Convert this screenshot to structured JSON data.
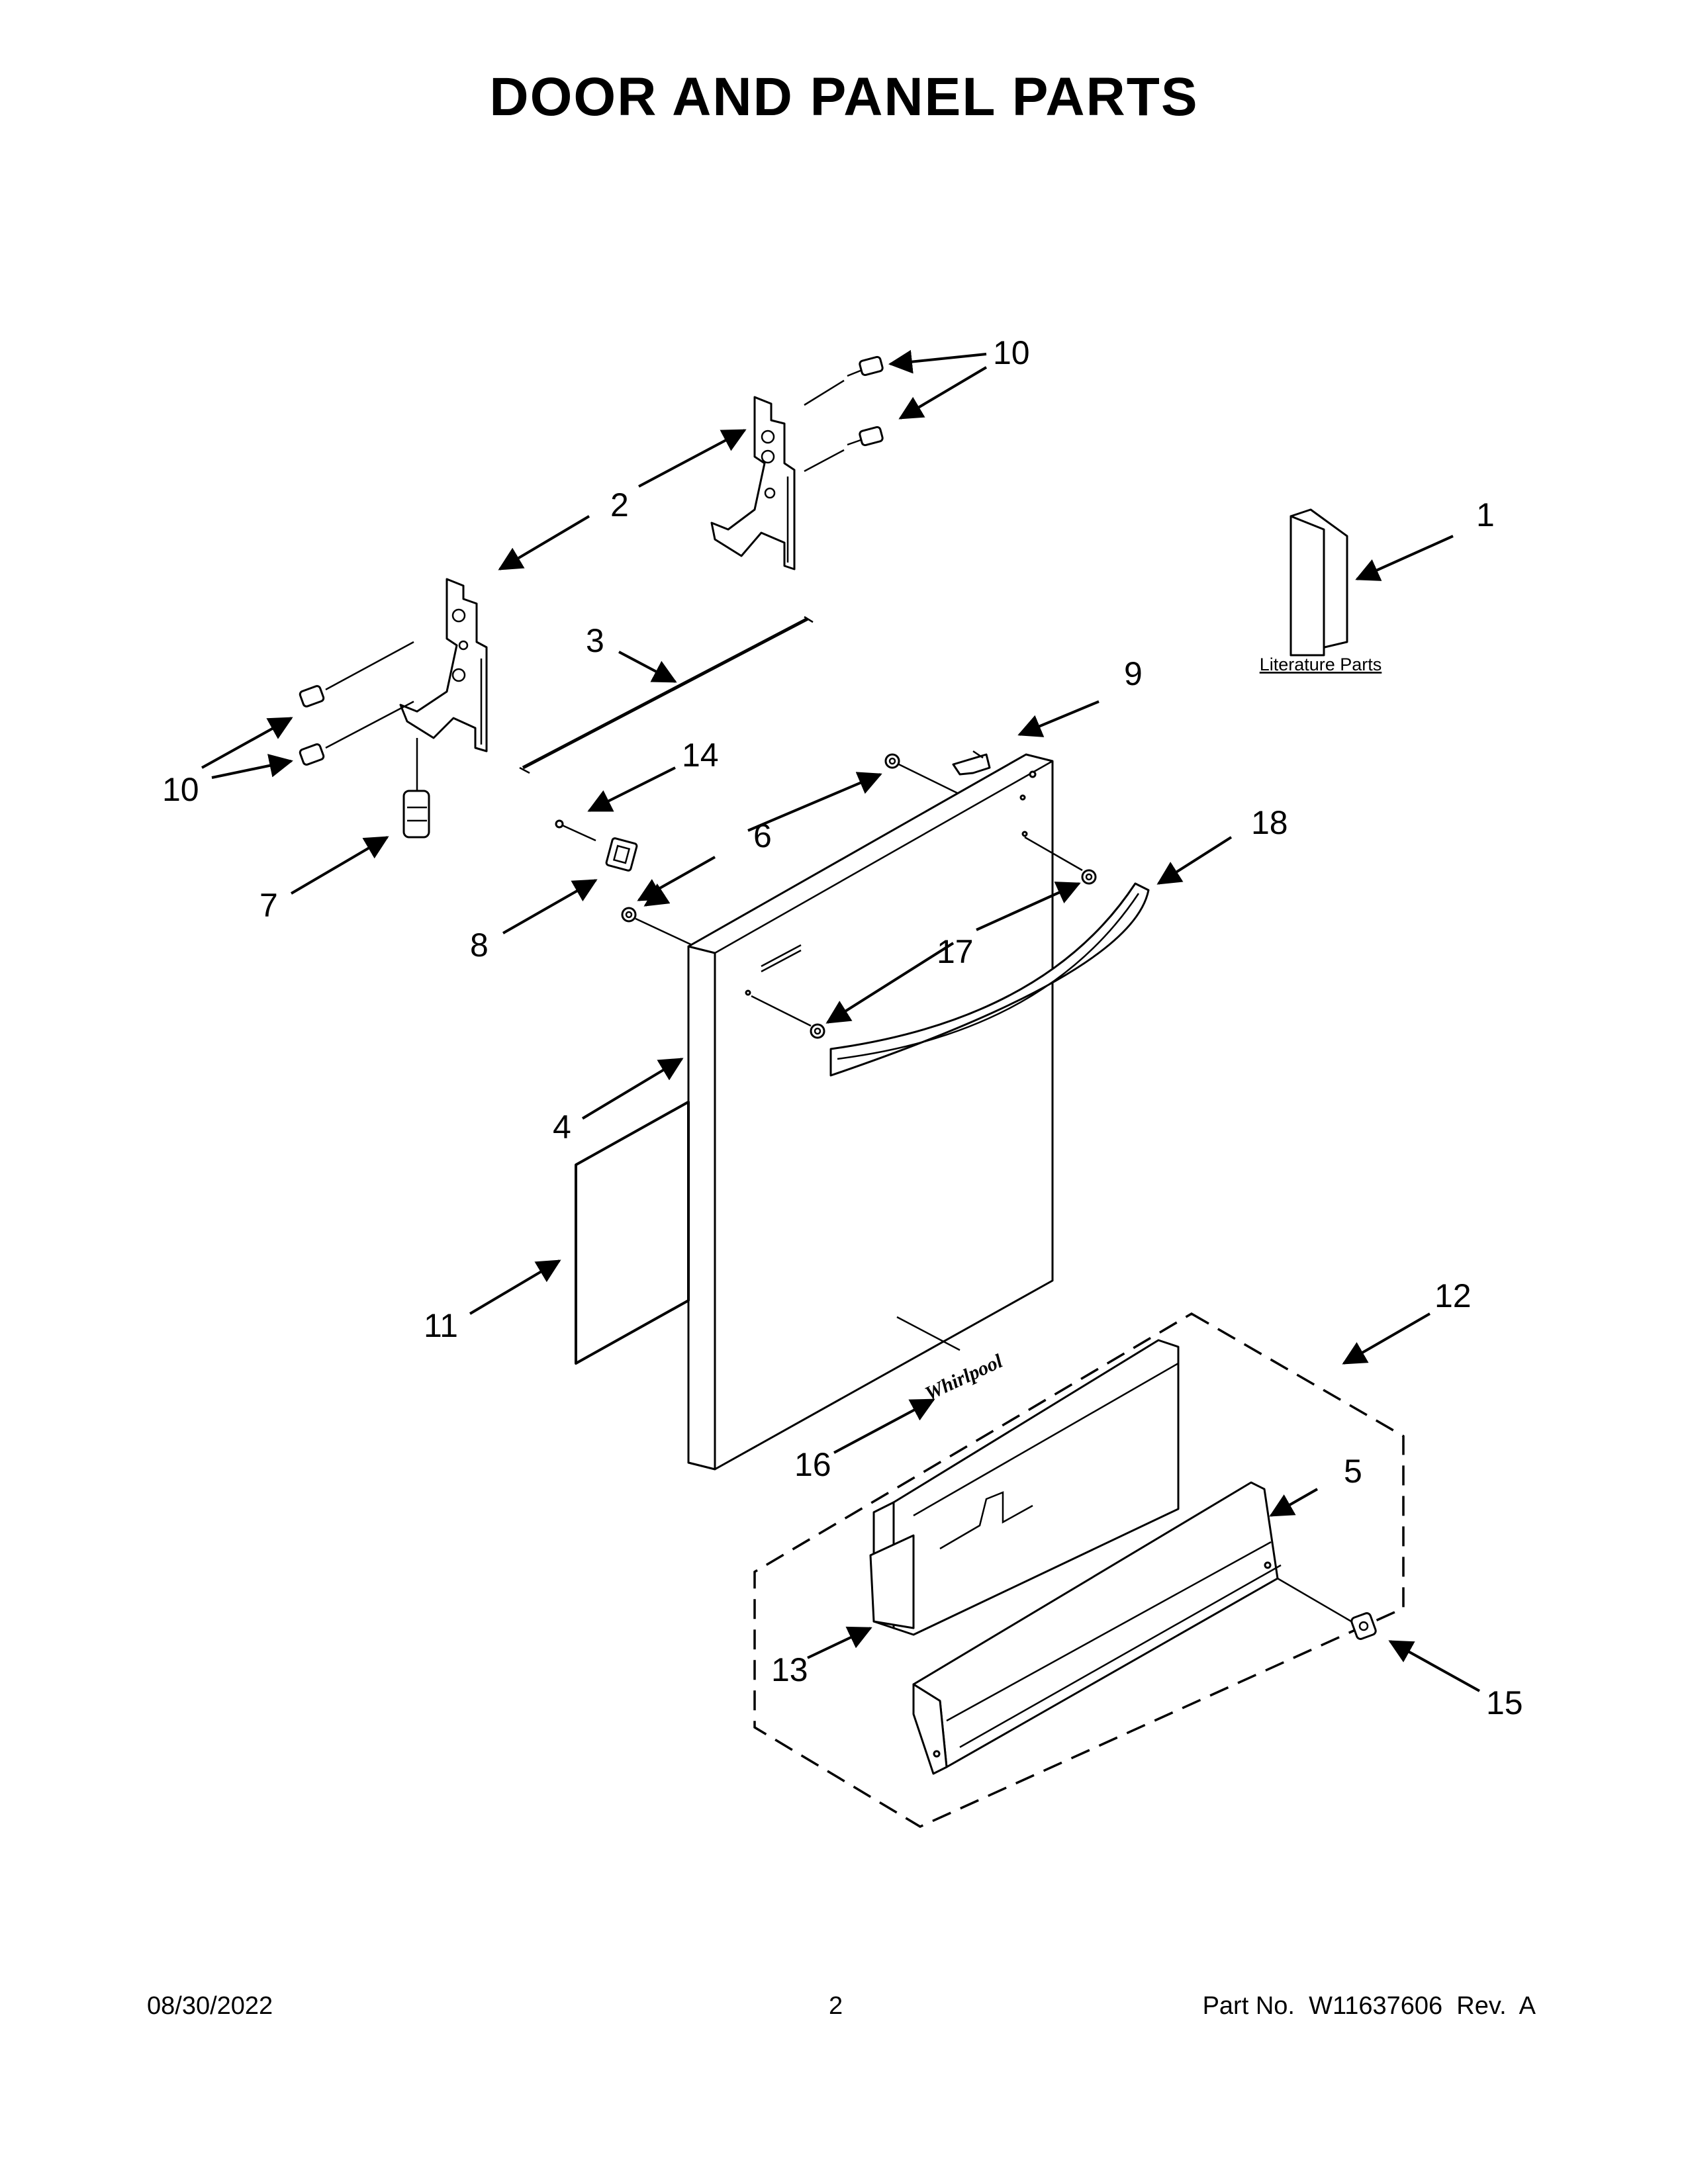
{
  "page": {
    "title": "DOOR AND PANEL PARTS"
  },
  "callouts": {
    "c1": "1",
    "c2": "2",
    "c3": "3",
    "c4": "4",
    "c5": "5",
    "c6": "6",
    "c7": "7",
    "c8": "8",
    "c9": "9",
    "c10a": "10",
    "c10b": "10",
    "c11": "11",
    "c12": "12",
    "c13": "13",
    "c14": "14",
    "c15": "15",
    "c16": "16",
    "c17": "17",
    "c18": "18"
  },
  "literature_label": "Literature Parts",
  "logo_text": "Whirlpool",
  "footer": {
    "date": "08/30/2022",
    "page_number": "2",
    "part_info": "Part No.  W11637606  Rev.  A"
  }
}
